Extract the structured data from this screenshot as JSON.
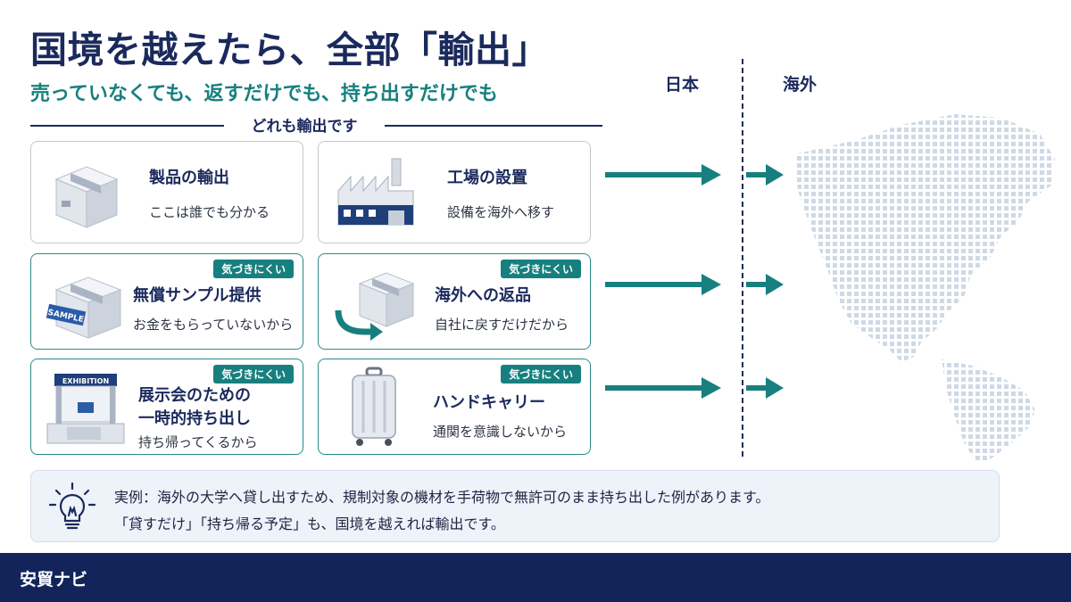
{
  "header": {
    "title": "国境を越えたら、全部「輸出」",
    "subtitle": "売っていなくても、返すだけでも、持ち出すだけでも",
    "divider_label": "どれも輸出です"
  },
  "regions": {
    "domestic": "日本",
    "overseas": "海外"
  },
  "cards": [
    {
      "title": "製品の輸出",
      "subtitle": "ここは誰でも分かる",
      "badge": "",
      "icon": "box-icon"
    },
    {
      "title": "工場の設置",
      "subtitle": "設備を海外へ移す",
      "badge": "",
      "icon": "factory-icon"
    },
    {
      "title": "無償サンプル提供",
      "subtitle": "お金をもらっていないから",
      "badge": "気づきにくい",
      "icon": "sample-box-icon",
      "icon_text": "SAMPLE"
    },
    {
      "title": "海外への返品",
      "subtitle": "自社に戻すだけだから",
      "badge": "気づきにくい",
      "icon": "return-box-icon"
    },
    {
      "title_line1": "展示会のための",
      "title_line2": "一時的持ち出し",
      "subtitle": "持ち帰ってくるから",
      "badge": "気づきにくい",
      "icon": "exhibition-booth-icon",
      "icon_text": "EXHIBITION"
    },
    {
      "title": "ハンドキャリー",
      "subtitle": "通関を意識しないから",
      "badge": "気づきにくい",
      "icon": "suitcase-icon"
    }
  ],
  "tip": {
    "icon": "lightbulb-icon",
    "line1": "実例：海外の大学へ貸し出すため、規制対象の機材を手荷物で無許可のまま持ち出した例があります。",
    "line2": "「貸すだけ」「持ち帰る予定」も、国境を越えれば輸出です。"
  },
  "footer": {
    "brand": "安貿ナビ"
  },
  "colors": {
    "navy": "#1b2a5c",
    "teal": "#17807f",
    "footer": "#12245a"
  }
}
